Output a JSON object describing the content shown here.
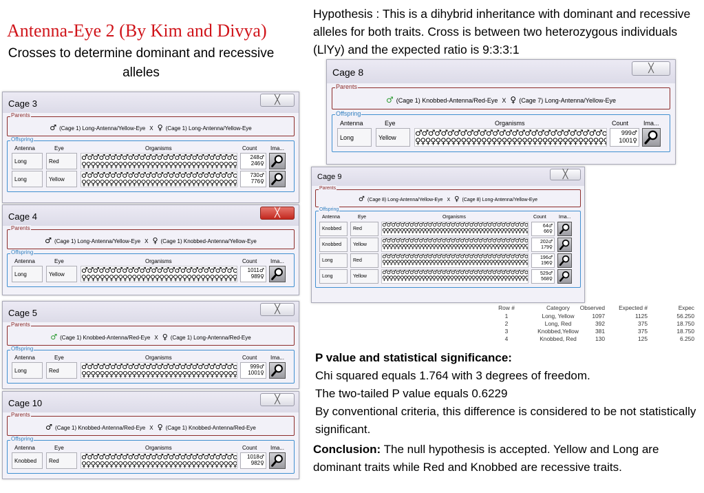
{
  "header": {
    "title": "Antenna-Eye 2 (By Kim and Divya)",
    "subtitle": "Crosses to determine dominant and recessive alleles"
  },
  "hypothesis": "Hypothesis : This is a dihybrid inheritance with dominant and recessive alleles for both traits. Cross is between two heterozygous individuals (LlYy) and the expected ratio is 9:3:3:1",
  "labels": {
    "parents": "Parents",
    "offspring": "Offspring",
    "antenna": "Antenna",
    "eye": "Eye",
    "organisms": "Organisms",
    "count": "Count",
    "image": "Ima...",
    "cross": "X",
    "male_symbol": "♂",
    "female_symbol": "♀"
  },
  "cages": [
    {
      "id": "cage-3",
      "title": "Cage  3",
      "male_parent": "(Cage  1) Long-Antenna/Yellow-Eye",
      "female_parent": "(Cage  1) Long-Antenna/Yellow-Eye",
      "male_green": false,
      "rows": [
        {
          "antenna": "Long",
          "eye": "Red",
          "male": "248",
          "female": "246"
        },
        {
          "antenna": "Long",
          "eye": "Yellow",
          "male": "730",
          "female": "776"
        }
      ]
    },
    {
      "id": "cage-4",
      "title": "Cage  4",
      "male_parent": "(Cage  1) Long-Antenna/Yellow-Eye",
      "female_parent": "(Cage  1) Knobbed-Antenna/Yellow-Eye",
      "male_green": false,
      "close_red": true,
      "rows": [
        {
          "antenna": "Long",
          "eye": "Yellow",
          "male": "1011",
          "female": "989"
        }
      ]
    },
    {
      "id": "cage-5",
      "title": "Cage  5",
      "male_parent": "(Cage  1) Knobbed-Antenna/Red-Eye",
      "female_parent": "(Cage  1) Long-Antenna/Red-Eye",
      "male_green": true,
      "rows": [
        {
          "antenna": "Long",
          "eye": "Red",
          "male": "999",
          "female": "1001"
        }
      ]
    },
    {
      "id": "cage-10",
      "title": "Cage  10",
      "male_parent": "(Cage  1) Knobbed-Antenna/Red-Eye",
      "female_parent": "(Cage  1) Knobbed-Antenna/Red-Eye",
      "male_green": false,
      "rows": [
        {
          "antenna": "Knobbed",
          "eye": "Red",
          "male": "1018",
          "female": "982"
        }
      ]
    },
    {
      "id": "cage-8",
      "title": "Cage  8",
      "male_parent": "(Cage  1) Knobbed-Antenna/Red-Eye",
      "female_parent": "(Cage  7) Long-Antenna/Yellow-Eye",
      "male_green": true,
      "rows": [
        {
          "antenna": "Long",
          "eye": "Yellow",
          "male": "999",
          "female": "1001"
        }
      ]
    },
    {
      "id": "cage-9",
      "title": "Cage  9",
      "male_parent": "(Cage  8) Long-Antenna/Yellow-Eye",
      "female_parent": "(Cage  8) Long-Antenna/Yellow-Eye",
      "male_green": false,
      "rows": [
        {
          "antenna": "Knobbed",
          "eye": "Red",
          "male": "64",
          "female": "66"
        },
        {
          "antenna": "Knobbed",
          "eye": "Yellow",
          "male": "202",
          "female": "179"
        },
        {
          "antenna": "Long",
          "eye": "Red",
          "male": "196",
          "female": "196"
        },
        {
          "antenna": "Long",
          "eye": "Yellow",
          "male": "529",
          "female": "568"
        }
      ]
    }
  ],
  "results_table": {
    "headers": [
      "Row #",
      "Category",
      "Observed",
      "Expected #",
      "Expec"
    ],
    "rows": [
      [
        "1",
        "Long, Yellow",
        "1097",
        "1125",
        "56.250"
      ],
      [
        "2",
        "Long, Red",
        "392",
        "375",
        "18.750"
      ],
      [
        "3",
        "Knobbed,Yellow",
        "381",
        "375",
        "18.750"
      ],
      [
        "4",
        "Knobbed, Red",
        "130",
        "125",
        "6.250"
      ]
    ]
  },
  "pvalue": {
    "heading": "P value and statistical significance:",
    "lines": [
      "Chi squared equals 1.764 with 3 degrees of freedom.",
      "The two-tailed P value equals 0.6229",
      "By conventional criteria, this difference is considered to be not statistically significant."
    ]
  },
  "conclusion": {
    "label": "Conclusion:",
    "text": " The null hypothesis is accepted. Yellow and Long are dominant traits while Red and Knobbed are recessive traits."
  }
}
